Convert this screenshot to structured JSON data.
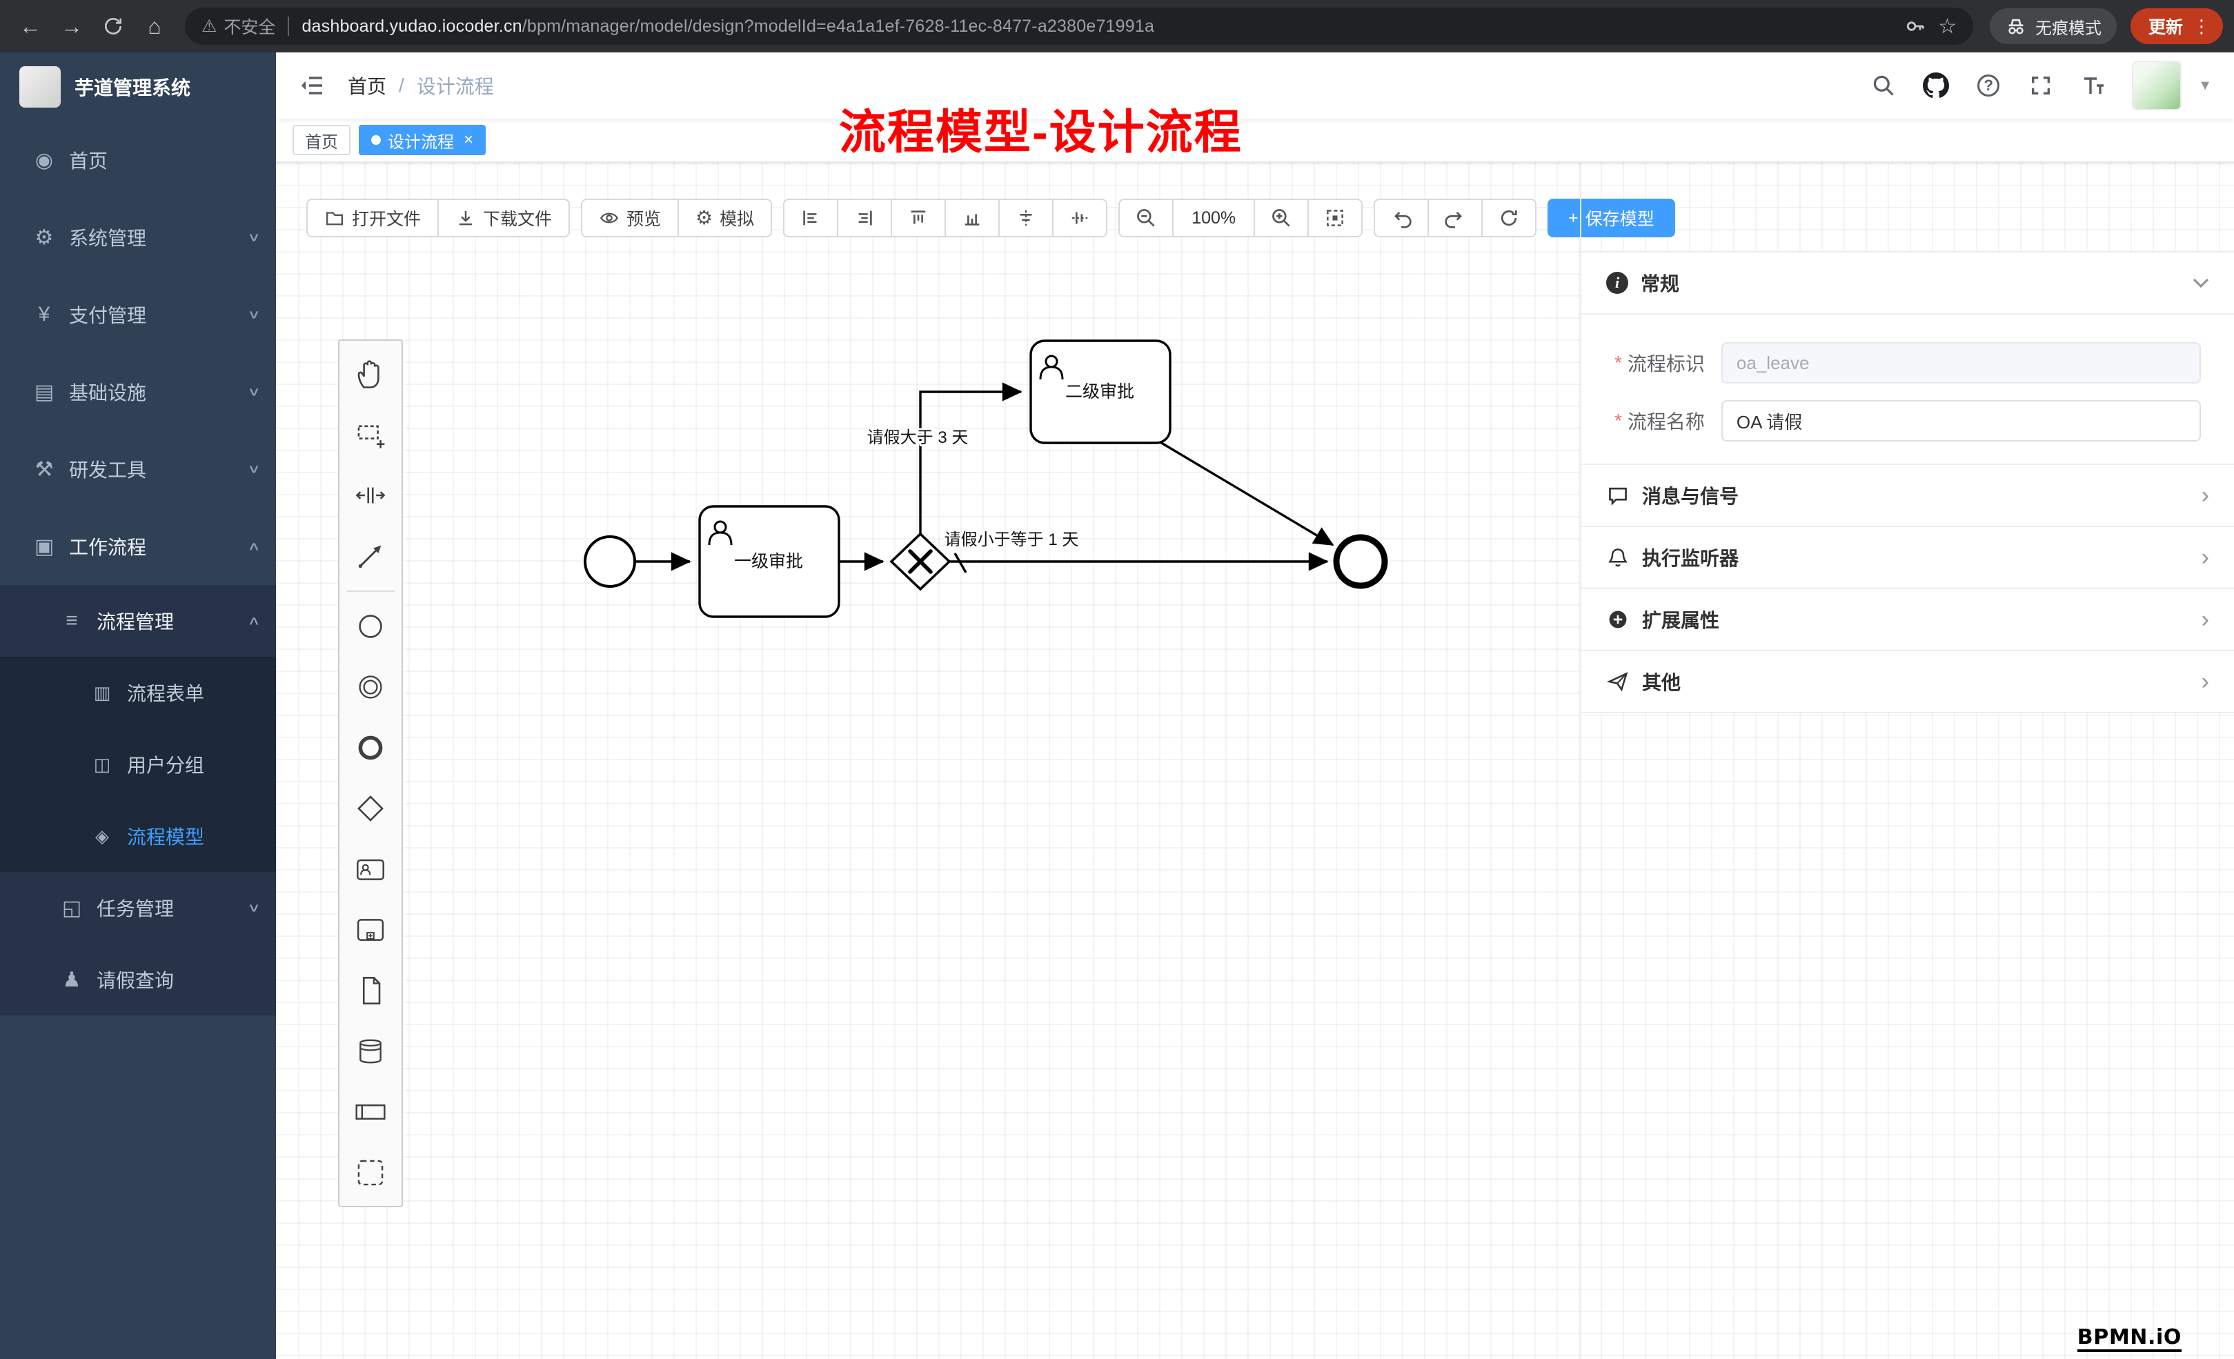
{
  "browser": {
    "security_label": "不安全",
    "url_host": "dashboard.yudao.iocoder.cn",
    "url_path": "/bpm/manager/model/design?modelId=e4a1a1ef-7628-11ec-8477-a2380e71991a",
    "incognito_label": "无痕模式",
    "update_label": "更新"
  },
  "sidebar": {
    "logo_title": "芋道管理系统",
    "items": [
      {
        "label": "首页"
      },
      {
        "label": "系统管理"
      },
      {
        "label": "支付管理"
      },
      {
        "label": "基础设施"
      },
      {
        "label": "研发工具"
      },
      {
        "label": "工作流程"
      }
    ],
    "submenu": {
      "process_mgmt": "流程管理",
      "children": [
        {
          "label": "流程表单"
        },
        {
          "label": "用户分组"
        },
        {
          "label": "流程模型"
        }
      ],
      "task_mgmt": "任务管理",
      "leave_query": "请假查询"
    }
  },
  "header": {
    "breadcrumb_home": "首页",
    "breadcrumb_sep": "/",
    "breadcrumb_current": "设计流程"
  },
  "tags": {
    "home": "首页",
    "active": "设计流程"
  },
  "annotation": "流程模型-设计流程",
  "toolbar": {
    "open_file": "打开文件",
    "download_file": "下载文件",
    "preview": "预览",
    "simulate": "模拟",
    "zoom_level": "100%",
    "save_plus": "+",
    "save_model": "保存模型"
  },
  "diagram": {
    "task_first": "一级审批",
    "task_second": "二级审批",
    "flow_gt3": "请假大于 3 天",
    "flow_le1": "请假小于等于 1 天"
  },
  "panel": {
    "general": "常规",
    "required_mark": "*",
    "field_key_label": "流程标识",
    "field_key_value": "oa_leave",
    "field_name_label": "流程名称",
    "field_name_value": "OA 请假",
    "sections": [
      {
        "label": "消息与信号"
      },
      {
        "label": "执行监听器"
      },
      {
        "label": "扩展属性"
      },
      {
        "label": "其他"
      }
    ]
  },
  "watermark": "BPMN.iO"
}
